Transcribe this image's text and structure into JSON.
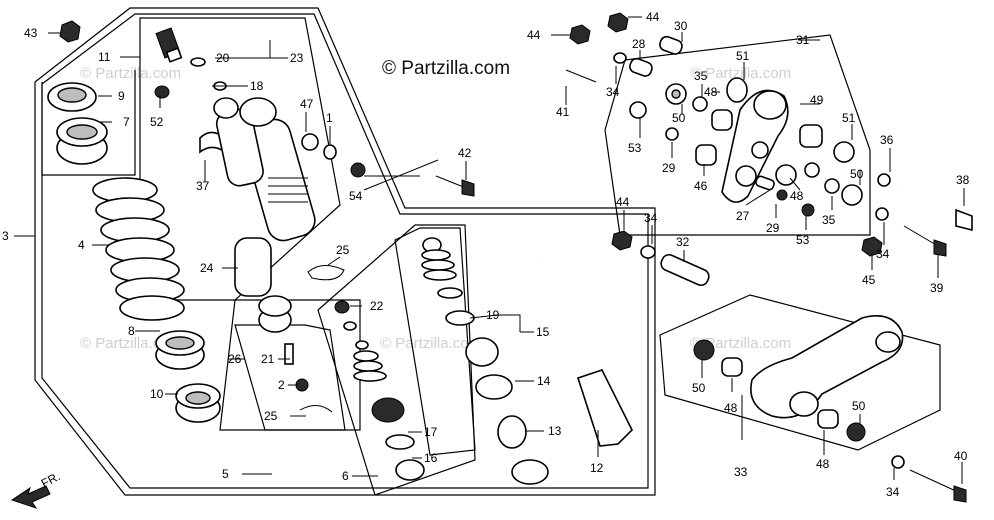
{
  "watermark": "© Partzilla.com",
  "ghost_watermark": "Partzilla.com",
  "front_arrow_label": "FR.",
  "callouts": {
    "c1": "1",
    "c2": "2",
    "c3": "3",
    "c4": "4",
    "c5": "5",
    "c6": "6",
    "c7": "7",
    "c8": "8",
    "c9": "9",
    "c10": "10",
    "c11": "11",
    "c12": "12",
    "c13": "13",
    "c14": "14",
    "c15": "15",
    "c16": "16",
    "c17": "17",
    "c18": "18",
    "c19": "19",
    "c20": "20",
    "c21": "21",
    "c22": "22",
    "c23": "23",
    "c24": "24",
    "c25a": "25",
    "c25b": "25",
    "c26": "26",
    "c27": "27",
    "c28": "28",
    "c29a": "29",
    "c29b": "29",
    "c30": "30",
    "c31": "31",
    "c32": "32",
    "c33": "33",
    "c34a": "34",
    "c34b": "34",
    "c34c": "34",
    "c34d": "34",
    "c35a": "35",
    "c35b": "35",
    "c36": "36",
    "c37": "37",
    "c38": "38",
    "c39": "39",
    "c40": "40",
    "c41": "41",
    "c42": "42",
    "c43": "43",
    "c44a": "44",
    "c44b": "44",
    "c44c": "44",
    "c45": "45",
    "c46": "46",
    "c47": "47",
    "c48a": "48",
    "c48b": "48",
    "c48c": "48",
    "c48d": "48",
    "c49": "49",
    "c50a": "50",
    "c50b": "50",
    "c50c": "50",
    "c50d": "50",
    "c51a": "51",
    "c51b": "51",
    "c52": "52",
    "c53a": "53",
    "c53b": "53",
    "c54": "54"
  }
}
